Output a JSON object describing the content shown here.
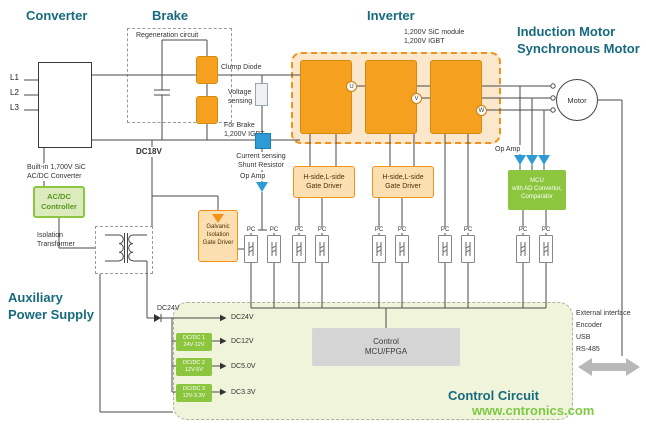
{
  "titles": {
    "converter": "Converter",
    "brake": "Brake",
    "inverter": "Inverter",
    "motor": "Induction Motor\nSynchronous Motor",
    "aux_power": "Auxiliary\nPower Supply",
    "control_circuit": "Control Circuit"
  },
  "converter": {
    "l1": "L1",
    "l2": "L2",
    "l3": "L3",
    "builtin_label": "Built-in 1,700V SiC\nAC/DC Converter",
    "acdc_controller": "AC/DC\nController",
    "isolation_transformer": "Isolation\nTransformer"
  },
  "brake": {
    "regeneration": "Regeneration circuit",
    "clump_diode": "Clump Diode",
    "for_brake": "For Brake\n1,200V IGBT",
    "voltage_sensing": "Voltage\nsensing",
    "dc18v": "DC18V",
    "current_sensing": "Current sensing\nShunt Resistor",
    "op_amp": "Op Amp"
  },
  "inverter": {
    "module_label": "1,200V SiC module\n1,200V IGBT",
    "phase_u": "U",
    "phase_v": "V",
    "phase_w": "W",
    "gate_driver": "H-side,L-side\nGate Driver",
    "galvanic_driver": "Galvanic\nIsolation\nGate Driver",
    "pc": "PC"
  },
  "motor": {
    "label": "Motor",
    "op_amp": "Op Amp",
    "mcu": "MCU\nwith AD Convertor,\nComparator"
  },
  "control": {
    "mcu_fpga": "Control\nMCU/FPGA",
    "dc24v_in": "DC24V",
    "dcdc1": "DC/DC 1\n24V-12V",
    "dcdc2": "DC/DC 2\n12V-5V",
    "dcdc3": "DC/DC 3\n12V-3.3V",
    "out_24": "DC24V",
    "out_12": "DC12V",
    "out_5": "DC5.0V",
    "out_33": "DC3.3V",
    "external": "External interface\nEncoder\nUSB\nRS-485"
  },
  "watermark": "www.cntronics.com",
  "colors": {
    "accent_teal": "#176b7f",
    "orange": "#f39119",
    "green": "#8cc63e",
    "blue": "#2e9bd6",
    "watermark_green": "#7ec843"
  }
}
